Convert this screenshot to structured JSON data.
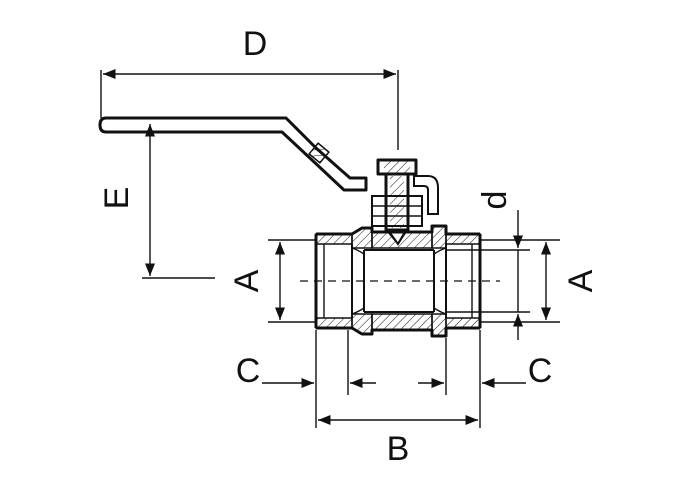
{
  "labels": {
    "overall_length": "D",
    "handle_height": "E",
    "bore_diameter": "d",
    "thread_left": "A",
    "thread_right": "A",
    "thread_depth_left": "C",
    "thread_depth_right": "C",
    "body_length": "B"
  }
}
